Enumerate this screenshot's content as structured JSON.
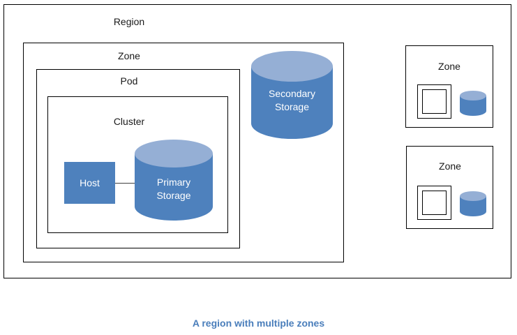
{
  "diagram": {
    "caption": "A region with multiple zones",
    "colors": {
      "cylinder_body": "#4E81BD",
      "cylinder_top": "#95AFD5",
      "host_fill": "#4E81BD",
      "border": "#000000",
      "caption_text": "#4A7EBB",
      "label_text": "#1a1a1a",
      "shape_text": "#ffffff",
      "connector": "#404040"
    },
    "region": {
      "label": "Region"
    },
    "main_zone": {
      "label": "Zone",
      "pod": {
        "label": "Pod",
        "cluster": {
          "label": "Cluster",
          "host": {
            "label": "Host"
          },
          "primary_storage": {
            "line1": "Primary",
            "line2": "Storage"
          }
        }
      },
      "secondary_storage": {
        "line1": "Secondary",
        "line2": "Storage"
      }
    },
    "other_zones": [
      {
        "label": "Zone"
      },
      {
        "label": "Zone"
      }
    ]
  }
}
